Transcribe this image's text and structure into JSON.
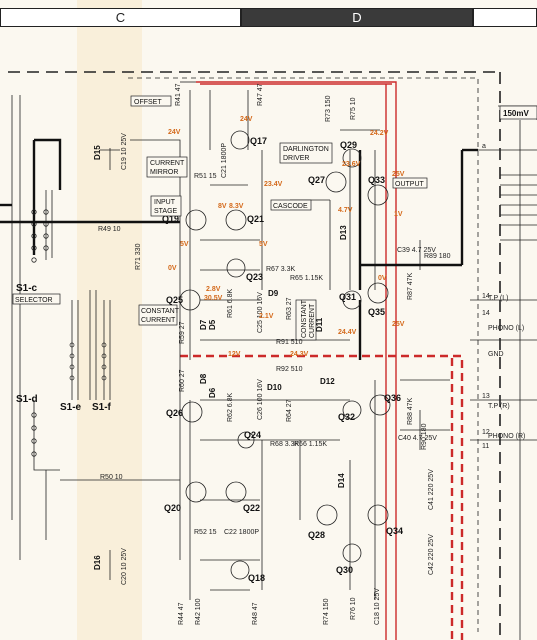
{
  "header": {
    "col_c": "C",
    "col_d": "D"
  },
  "switches": {
    "s1c": "S1-c",
    "selector": "SELECTOR",
    "s1d": "S1-d",
    "s1e": "S1-e",
    "s1f": "S1-f"
  },
  "block_labels": {
    "offset": "OFFSET",
    "current_mirror": [
      "CURRENT",
      "MIRROR"
    ],
    "input_stage": [
      "INPUT",
      "STAGE"
    ],
    "cascode": "CASCODE",
    "darlington_driver": [
      "DARLINGTON",
      "DRIVER"
    ],
    "output": "OUTPUT",
    "constant_current_left": [
      "CONSTANT",
      "CURRENT"
    ],
    "constant_current_right": [
      "CONSTANT",
      "CURRENT"
    ]
  },
  "transistors": [
    "Q17",
    "Q19",
    "Q21",
    "Q23",
    "Q25",
    "Q26",
    "Q27",
    "Q29",
    "Q31",
    "Q33",
    "Q35",
    "Q36",
    "Q32",
    "Q24",
    "Q20",
    "Q22",
    "Q28",
    "Q34",
    "Q30",
    "Q18"
  ],
  "diodes": [
    "D15",
    "D13",
    "D11",
    "D7",
    "D5",
    "D9",
    "D8",
    "D6",
    "D10",
    "D12",
    "D14",
    "D16"
  ],
  "components": {
    "r49": "R49 10",
    "r71": "R71 330",
    "r50": "R50 10",
    "c19": "C19 10 25V",
    "c20": "C20 10 25V",
    "r41": "R41 47",
    "r47": "R47 47",
    "r51": "R51 15",
    "c21": "C21 1800P",
    "r52": "R52 15",
    "c22": "C22 1800P",
    "r67": "R67 3.3K",
    "r65": "R65 1.15K",
    "r68": "R68 3.3K",
    "r66": "R66 1.15K",
    "r91": "R91 510",
    "r92": "R92 510",
    "r89": "R89 180",
    "r90": "R90 180",
    "c39": "C39 4.7 25V",
    "c40": "C40 4.7 25V",
    "c41": "C41 220 25V",
    "c42": "C42 220 25V",
    "r88": "R88 47K",
    "r87": "R87 47K",
    "r44": "R44 47",
    "r42": "R42 100",
    "r48": "R48 47",
    "r73": "R73 150",
    "r74": "R74 150",
    "c18": "C18 10 25V",
    "r75": "R75 10",
    "r76": "R76 10",
    "r62": "R62 6.8K",
    "r64": "R64 27",
    "r61": "R61 6.8K",
    "r63": "R63 27",
    "r59": "R59 27",
    "r60": "R60 27",
    "c25": "C25 100 16V",
    "c26": "C26 100 16V"
  },
  "voltages": {
    "v24_top": "24V",
    "v24_left": "24V",
    "v24_2": "24.2V",
    "v23_6": "23.6V",
    "v23_4": "23.4V",
    "v25": "25V",
    "v4_7": "4.7V",
    "v1": "1V",
    "v8": "8V",
    "v8_3": "8.3V",
    "v5_a": "5V",
    "v5_b": "5V",
    "v0_a": "0V",
    "v0_b": "0V",
    "v2_8": "2.8V",
    "v30_5": "30.5V",
    "v24_4": "24.4V",
    "v25b": "25V",
    "v1_2": "12V",
    "v24_3": "24.3V",
    "v2_1": "2.1V"
  },
  "right_panel": {
    "level": "150mV",
    "tp_l": "T.P (L)",
    "tp_r": "T.P (R)",
    "phono_l": "PHONO (L)",
    "phono_r": "PHONO (R)",
    "gnd": "GND",
    "pin_a": "a",
    "pin_11": "11",
    "pin_12": "12",
    "pin_13": "13",
    "pin_14": "14",
    "pin_14b": "14"
  }
}
